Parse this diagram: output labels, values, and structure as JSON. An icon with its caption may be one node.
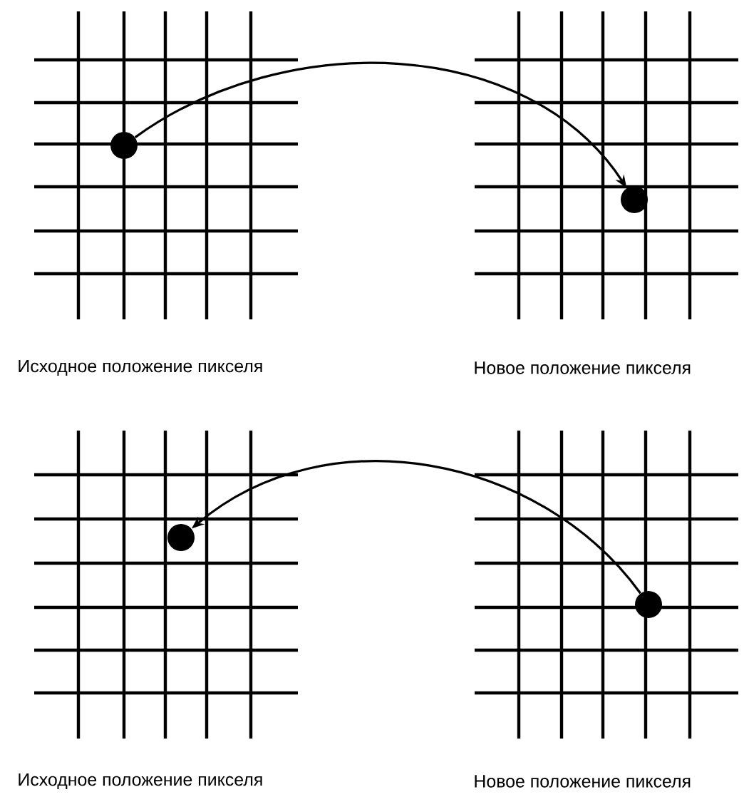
{
  "diagram": {
    "nodes": [
      {
        "text": [],
        "shape": "circle"
      },
      {
        "text": [],
        "shape": "circle"
      },
      {
        "text": [],
        "shape": "circle"
      },
      {
        "text": [],
        "shape": "circle"
      }
    ],
    "edges": [
      {
        "from": 0,
        "to": 1,
        "arrow": "to"
      },
      {
        "from": 3,
        "to": 2,
        "arrow": "to"
      }
    ],
    "labels": [
      "Исходное положение пикселя",
      "Новое положение пикселя",
      "Исходное положение пикселя",
      "Новое положение пикселя"
    ]
  }
}
